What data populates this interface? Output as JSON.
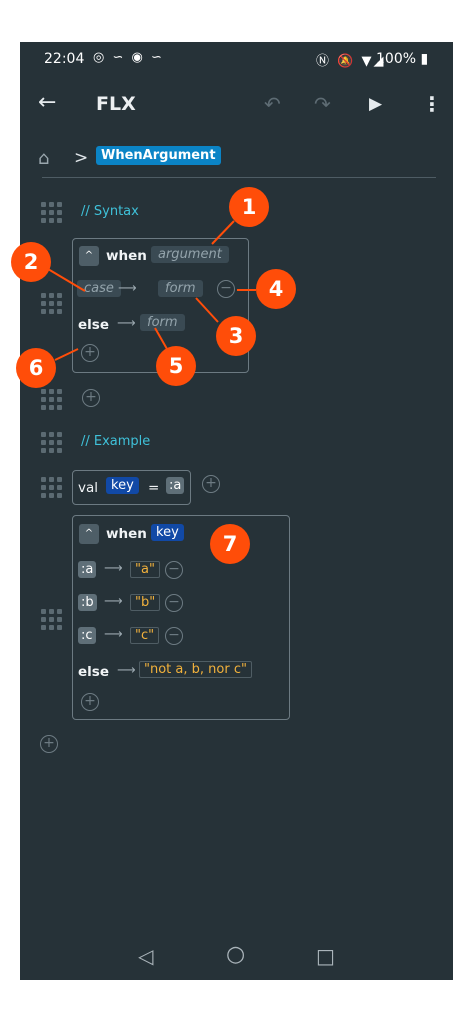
{
  "status_bar": {
    "time": "22:04",
    "left_icons": "◎ ∽ ◉ ∽",
    "right_icons": "Ⓝ 🔕 ▼◢",
    "battery": "100% ▮"
  },
  "app_bar": {
    "back_icon": "←",
    "title": "FLX",
    "undo_icon": "↶",
    "redo_icon": "↷",
    "run_icon": "▶",
    "more_icon": "⋮"
  },
  "breadcrumb": {
    "home_icon": "⌂",
    "separator": ">",
    "current": "WhenArgument"
  },
  "syntax_section": {
    "comment": "// Syntax",
    "collapse_icon": "^",
    "when_keyword": "when",
    "argument_placeholder": "argument",
    "case_placeholder": "case",
    "arrow": "⟶",
    "form_placeholder": "form",
    "minus_icon": "−",
    "else_keyword": "else",
    "else_form_placeholder": "form",
    "plus_icon": "+"
  },
  "example_section": {
    "comment": "// Example",
    "val_keyword": "val",
    "var_name": "key",
    "equals": "=",
    "val_value": ":a",
    "when_keyword": "when",
    "when_argument": "key",
    "cases": [
      {
        "symbol": ":a",
        "result": "\"a\""
      },
      {
        "symbol": ":b",
        "result": "\"b\""
      },
      {
        "symbol": ":c",
        "result": "\"c\""
      }
    ],
    "else_keyword": "else",
    "else_result": "\"not a, b, nor c\""
  },
  "annotations": [
    "1",
    "2",
    "3",
    "4",
    "5",
    "6",
    "7"
  ],
  "nav_bar": {
    "back_icon": "◁",
    "home_icon": "○",
    "recents_icon": "□"
  },
  "colors": {
    "background": "#263238",
    "accent_comment": "#3fc1d9",
    "breadcrumb_chip": "#0b84c6",
    "variable_chip": "#1149a6",
    "string": "#f1b13c",
    "annotation_badge": "#ff4d09"
  }
}
